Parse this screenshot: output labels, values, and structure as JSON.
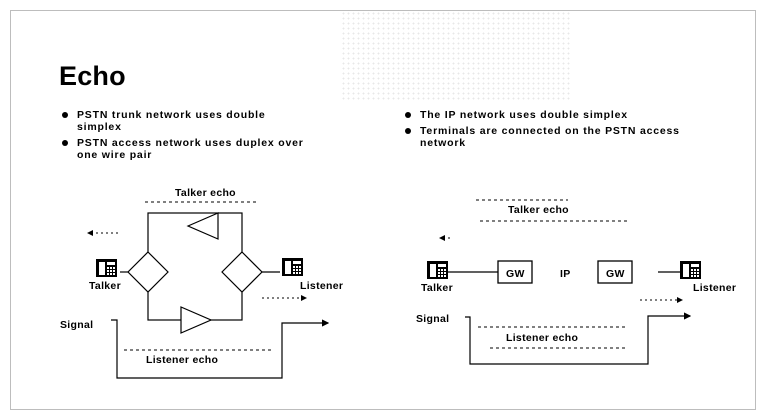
{
  "slide": {
    "title": "Echo",
    "left_bullets": [
      "PSTN trunk network uses double simplex",
      "PSTN access network uses duplex over one wire pair"
    ],
    "right_bullets": [
      "The IP network uses double simplex",
      "Terminals are connected on the PSTN access network"
    ]
  },
  "left_diagram": {
    "talker_echo": "Talker echo",
    "talker": "Talker",
    "listener": "Listener",
    "signal": "Signal",
    "listener_echo": "Listener echo"
  },
  "right_diagram": {
    "talker_echo": "Talker echo",
    "talker": "Talker",
    "listener": "Listener",
    "gw_left": "GW",
    "ip": "IP",
    "gw_right": "GW",
    "signal": "Signal",
    "listener_echo": "Listener echo"
  },
  "icons": {
    "phone": "telephone-icon",
    "hybrid": "hybrid-diamond-icon",
    "amplifier": "amplifier-triangle-icon"
  }
}
